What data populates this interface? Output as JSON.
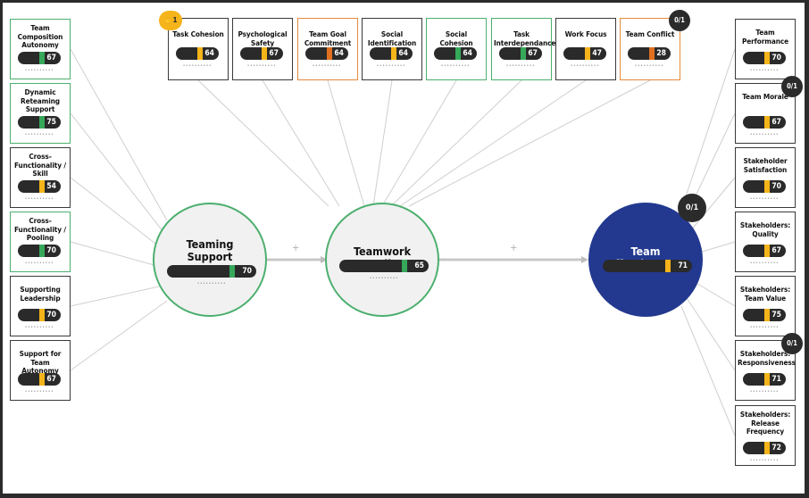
{
  "colors": {
    "green": "#36a85a",
    "yellow": "#f5b41a",
    "orange": "#e07020",
    "bar": "#2a2a2a",
    "navy": "#23398f"
  },
  "dots": "••••••••••",
  "left_cards": [
    {
      "title": "Team\nComposition\nAutonomy",
      "value": "67",
      "mark": "green",
      "border": "green"
    },
    {
      "title": "Dynamic\nReteaming\nSupport",
      "value": "75",
      "mark": "green",
      "border": "green"
    },
    {
      "title": "Cross-\nFunctionality /\nSkill",
      "value": "54",
      "mark": "yellow",
      "border": "dark"
    },
    {
      "title": "Cross-\nFunctionality /\nPooling",
      "value": "70",
      "mark": "green",
      "border": "green"
    },
    {
      "title": "Supporting\nLeadership",
      "value": "70",
      "mark": "yellow",
      "border": "dark"
    },
    {
      "title": "Support for\nTeam Autonomy",
      "value": "67",
      "mark": "yellow",
      "border": "dark"
    }
  ],
  "top_cards": [
    {
      "title": "Task Cohesion",
      "value": "64",
      "mark": "yellow",
      "border": "dark"
    },
    {
      "title": "Psychological\nSafety",
      "value": "67",
      "mark": "yellow",
      "border": "dark"
    },
    {
      "title": "Team Goal\nCommitment",
      "value": "64",
      "mark": "orange",
      "border": "orange"
    },
    {
      "title": "Social\nIdentification",
      "value": "64",
      "mark": "yellow",
      "border": "dark"
    },
    {
      "title": "Social Cohesion",
      "value": "64",
      "mark": "green",
      "border": "green"
    },
    {
      "title": "Task\nInterdependance",
      "value": "67",
      "mark": "green",
      "border": "green"
    },
    {
      "title": "Work Focus",
      "value": "47",
      "mark": "yellow",
      "border": "dark"
    },
    {
      "title": "Team Conflict",
      "value": "28",
      "mark": "orange",
      "border": "orange"
    }
  ],
  "right_cards": [
    {
      "title": "Team\nPerformance",
      "value": "70",
      "mark": "yellow",
      "border": "dark"
    },
    {
      "title": "Team Morale",
      "value": "67",
      "mark": "yellow",
      "border": "dark"
    },
    {
      "title": "Stakeholder\nSatisfaction",
      "value": "70",
      "mark": "yellow",
      "border": "dark"
    },
    {
      "title": "Stakeholders:\nQuality",
      "value": "67",
      "mark": "yellow",
      "border": "dark"
    },
    {
      "title": "Stakeholders:\nTeam Value",
      "value": "75",
      "mark": "yellow",
      "border": "dark"
    },
    {
      "title": "Stakeholders:\nResponsiveness",
      "value": "71",
      "mark": "yellow",
      "border": "dark"
    },
    {
      "title": "Stakeholders:\nRelease\nFrequency",
      "value": "72",
      "mark": "yellow",
      "border": "dark"
    }
  ],
  "circles": [
    {
      "title": "Teaming Support\nStructures",
      "value": "70",
      "mark": "green"
    },
    {
      "title": "Teamwork Quality",
      "value": "65",
      "mark": "green"
    },
    {
      "title": "Team Effectiveness",
      "value": "71",
      "mark": "yellow"
    }
  ],
  "badges": {
    "task_cohesion": "1",
    "team_conflict": "0/1",
    "team_morale": "0/1",
    "responsiveness": "0/1",
    "effectiveness": "0/1"
  },
  "plus": "+"
}
